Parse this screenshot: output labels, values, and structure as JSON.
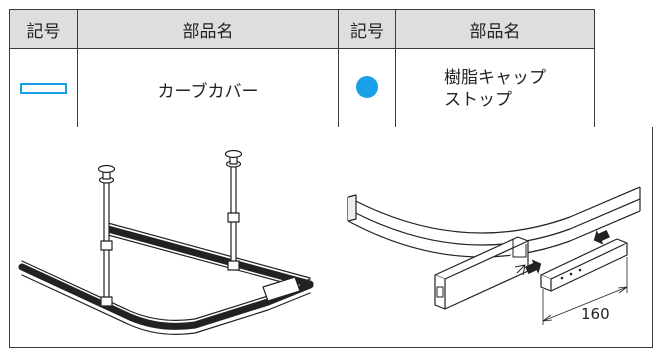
{
  "table": {
    "header": {
      "symbol_col_1": "記号",
      "name_col_1": "部品名",
      "symbol_col_2": "記号",
      "name_col_2": "部品名"
    },
    "row": {
      "symbol_1": "rectangle-outline-symbol",
      "name_1": "カーブカバー",
      "symbol_2": "filled-circle-symbol",
      "name_2_line1": "樹脂キャップ",
      "name_2_line2": "ストップ"
    }
  },
  "illustration": {
    "dimension_label": "160"
  },
  "colors": {
    "symbol_blue": "#1aa0e6",
    "header_bg": "#dedede",
    "border": "#3a3a3a"
  }
}
